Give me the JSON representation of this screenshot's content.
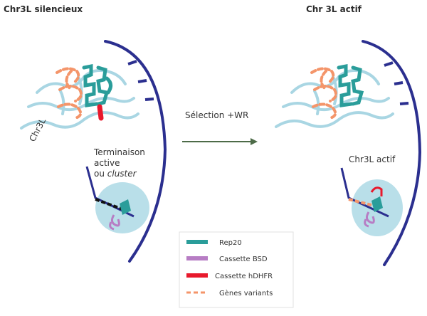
{
  "panels": {
    "left_title": "Chr3L silencieux",
    "right_title": "Chr  3L actif"
  },
  "labels": {
    "chr_label": "Chr3L",
    "termination_line1": "Terminaison",
    "termination_line2": "active",
    "termination_line3_prefix": "ou ",
    "termination_line3_italic": "cluster",
    "selection": "Sélection +WR",
    "chr_actif": "Chr3L actif"
  },
  "legend": {
    "items": [
      {
        "label": "Rep20",
        "color": "#2a9d9a"
      },
      {
        "label": "Cassette BSD",
        "color": "#b77dc4"
      },
      {
        "label": "Cassette hDHFR",
        "color": "#e8192c"
      },
      {
        "label": "Gènes variants",
        "color": "#f4956a"
      }
    ]
  },
  "colors": {
    "envelope": "#2b2f8f",
    "chromatin": "#a9d6e3",
    "repeat": "#2a9d9a",
    "bsd": "#b77dc4",
    "hdhfr": "#e8192c",
    "variants": "#f4956a",
    "nucleus_region": "#b9dfe9",
    "arrow": "#4d6b48"
  }
}
